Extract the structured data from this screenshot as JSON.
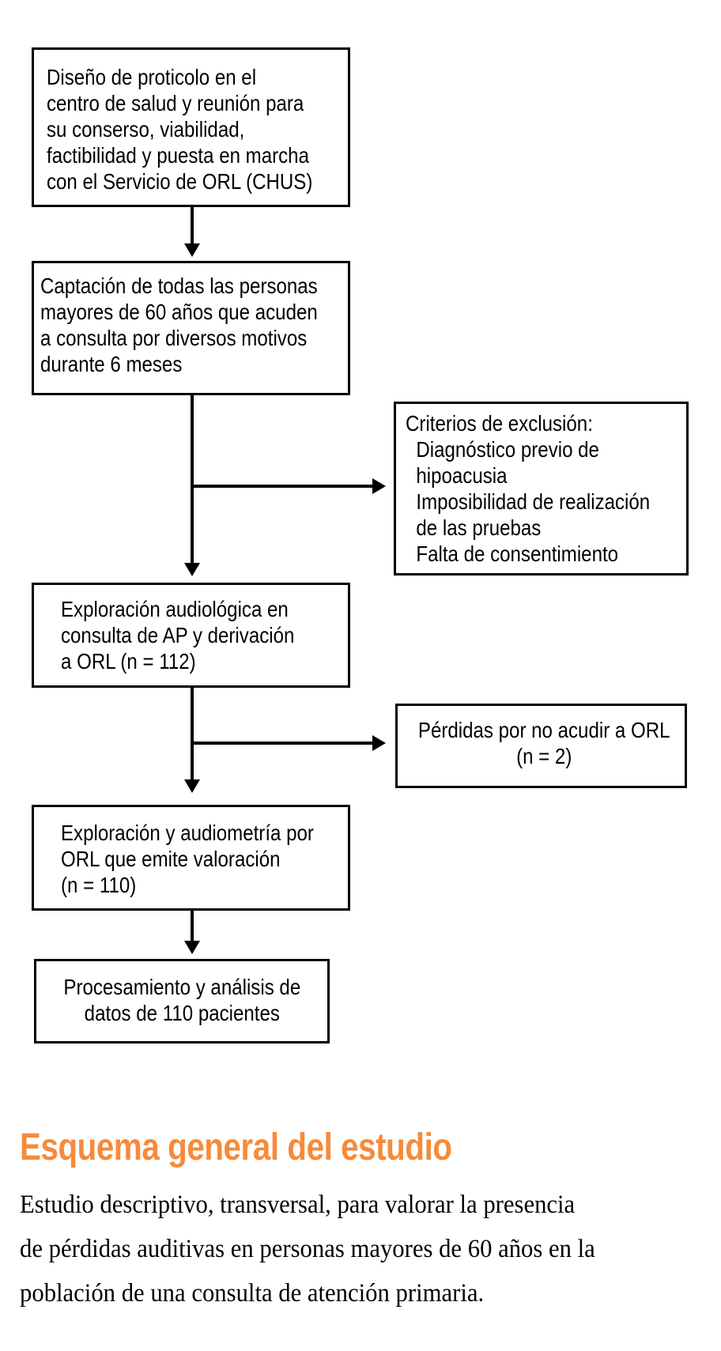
{
  "figure": {
    "boxes": {
      "design": "Diseño de proticolo en el\ncentro de salud y reunión para\nsu conserso, viabilidad,\nfactibilidad y puesta en marcha\ncon el Servicio de ORL (CHUS)",
      "recruitment": "Captación de todas las personas\nmayores de 60 años que acuden\na consulta por diversos motivos\ndurante 6 meses",
      "exclusion": "Criterios de exclusión:\n  Diagnóstico previo de\n  hipoacusia\n  Imposibilidad de realización\n  de las pruebas\n  Falta de consentimiento",
      "ap_exam": "Exploración audiológica en\nconsulta de AP y derivación\na ORL (n = 112)",
      "losses": "Pérdidas por no acudir a ORL\n(n = 2)",
      "orl_exam": "Exploración y audiometría por\nORL que emite valoración\n(n = 110)",
      "analysis": "Procesamiento y análisis de\ndatos de 110 pacientes"
    }
  },
  "caption": {
    "title": "Esquema general del estudio",
    "body": "Estudio descriptivo, transversal, para valorar la presencia\nde pérdidas auditivas en personas mayores de 60 años en la\npoblación de una consulta de atención primaria."
  },
  "colors": {
    "accent_orange": "#F68A3B",
    "line_black": "#000000",
    "background": "#FFFFFF"
  }
}
